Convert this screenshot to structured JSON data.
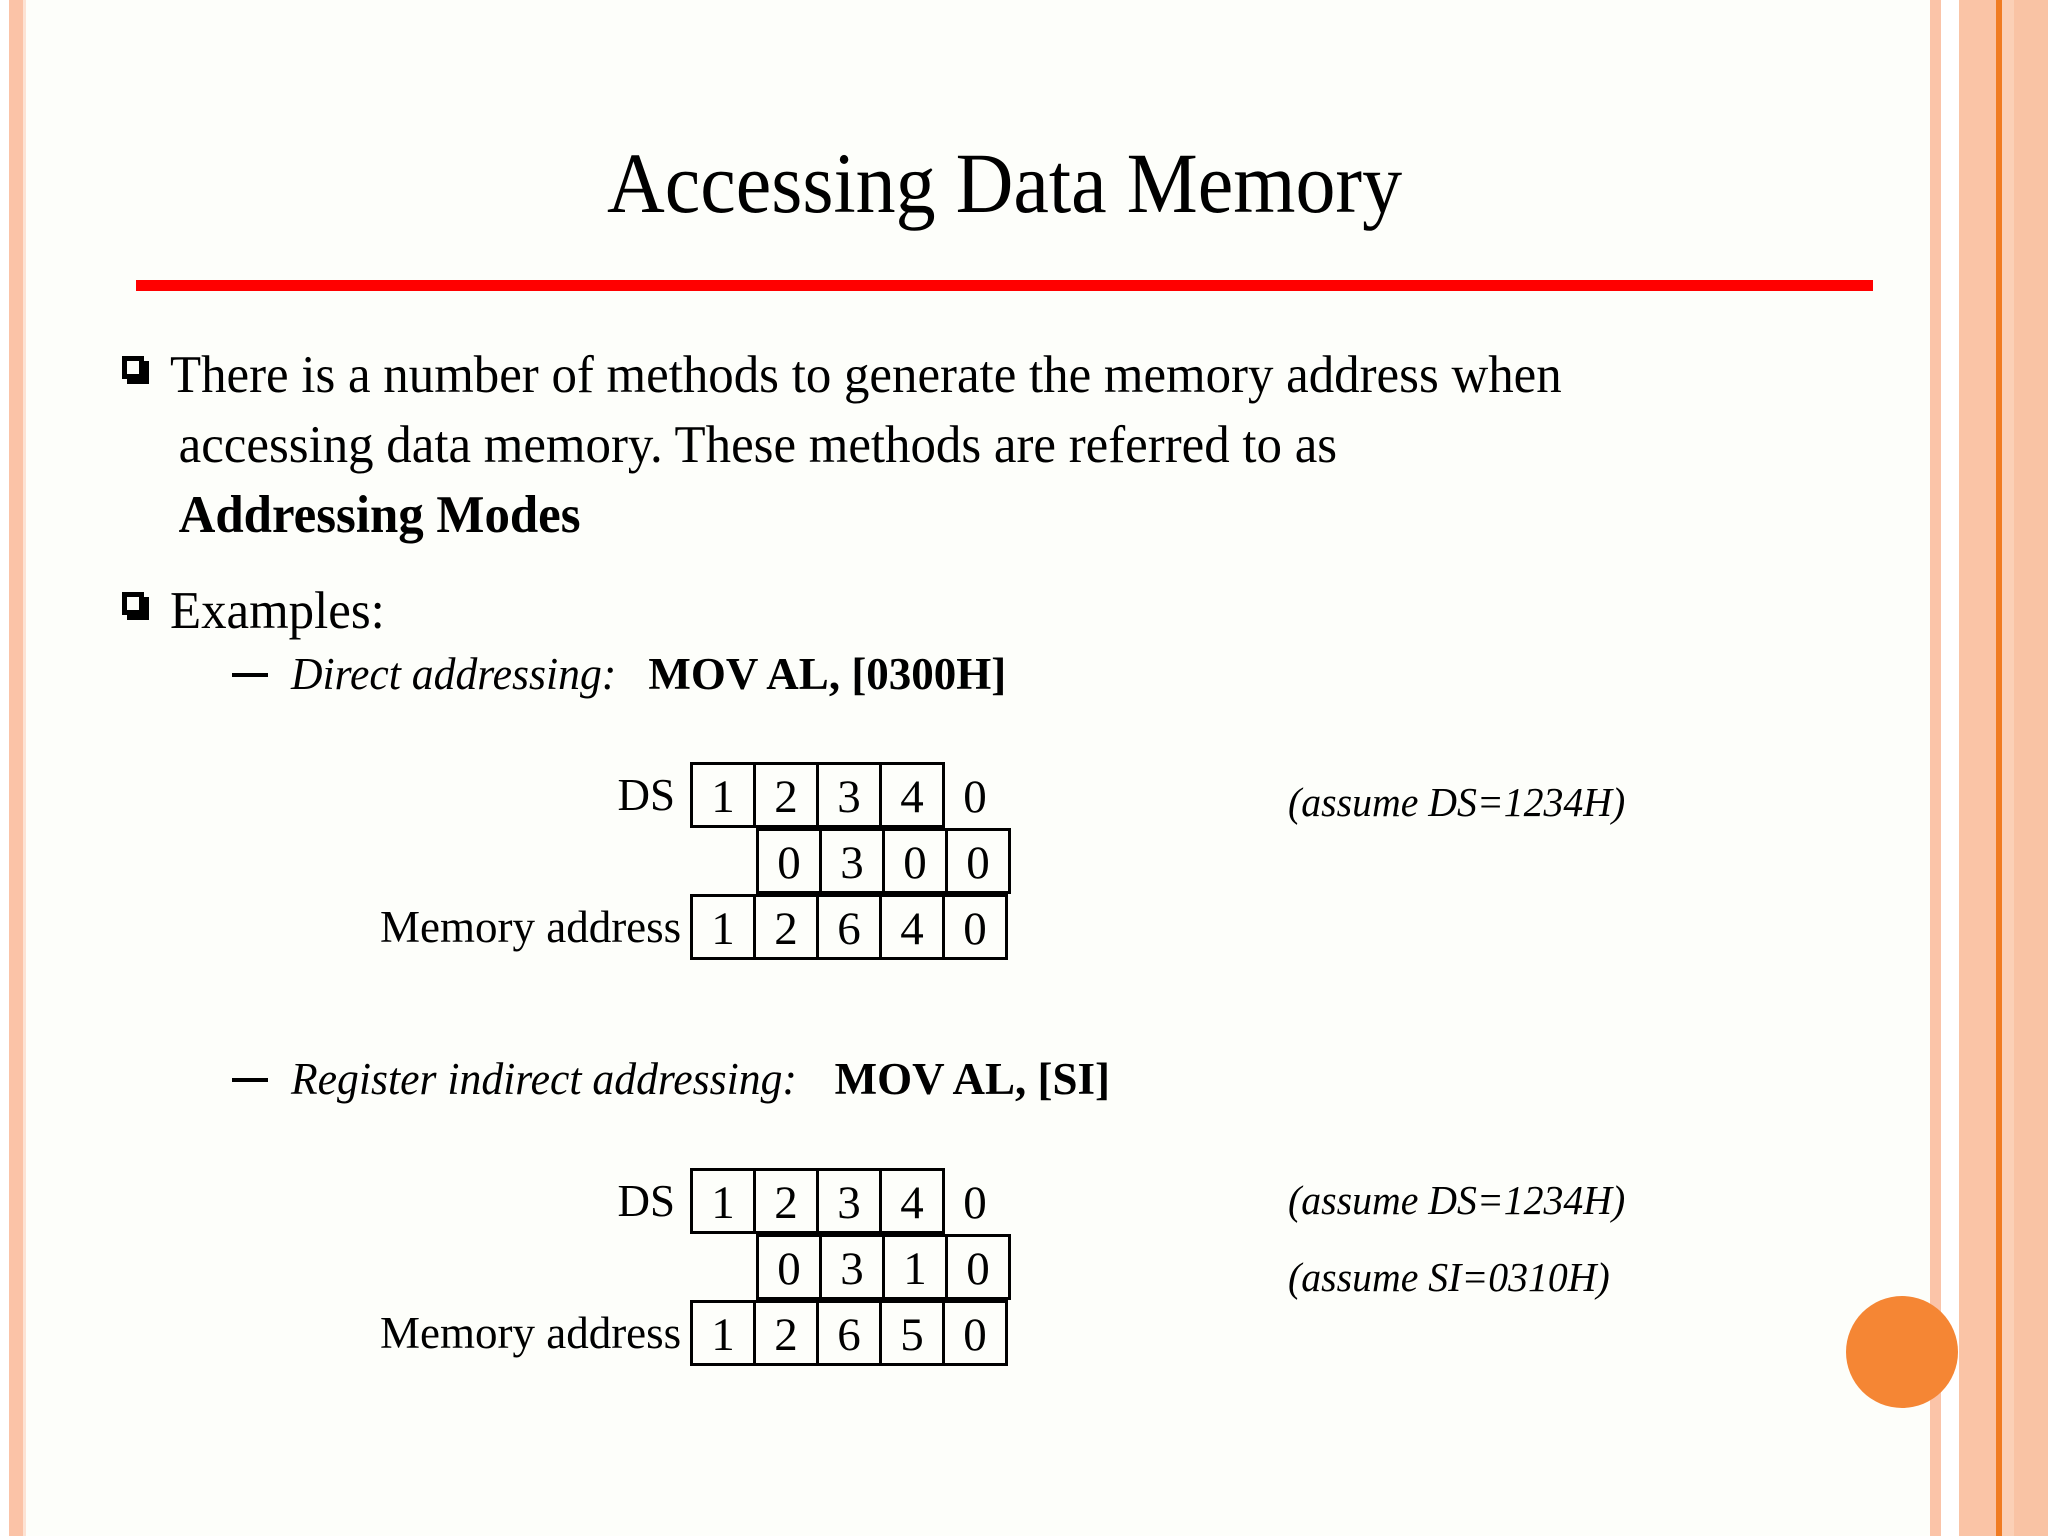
{
  "slide": {
    "title": "Accessing Data Memory",
    "accent_rule_color": "#FF0000",
    "background_color": "#FDFEFA",
    "circle_color": "#F58634",
    "band_color": "#FBC3A7"
  },
  "body": {
    "bullet1": {
      "line1": "There is a number of methods to generate the memory address when",
      "line2": "accessing data memory. These methods are referred to as",
      "line3_bold": "Addressing Modes"
    },
    "bullet2": {
      "label": "Examples:"
    }
  },
  "examples": [
    {
      "mode_label": "Direct addressing:",
      "instruction": "MOV AL, [0300H]",
      "table": {
        "row1": {
          "label": "DS",
          "boxed": [
            "1",
            "2",
            "3",
            "4"
          ],
          "trailing": "0"
        },
        "row2": {
          "label": "",
          "leading_blank": true,
          "boxed": [
            "0",
            "3",
            "0",
            "0"
          ]
        },
        "row3": {
          "label": "Memory address",
          "boxed": [
            "1",
            "2",
            "6",
            "4",
            "0"
          ]
        }
      },
      "notes": [
        "(assume DS=1234H)"
      ]
    },
    {
      "mode_label": "Register indirect addressing:",
      "instruction": "MOV AL, [SI]",
      "table": {
        "row1": {
          "label": "DS",
          "boxed": [
            "1",
            "2",
            "3",
            "4"
          ],
          "trailing": "0"
        },
        "row2": {
          "label": "",
          "leading_blank": true,
          "boxed": [
            "0",
            "3",
            "1",
            "0"
          ]
        },
        "row3": {
          "label": "Memory address",
          "boxed": [
            "1",
            "2",
            "6",
            "5",
            "0"
          ]
        }
      },
      "notes": [
        "(assume DS=1234H)",
        "(assume SI=0310H)"
      ]
    }
  ]
}
